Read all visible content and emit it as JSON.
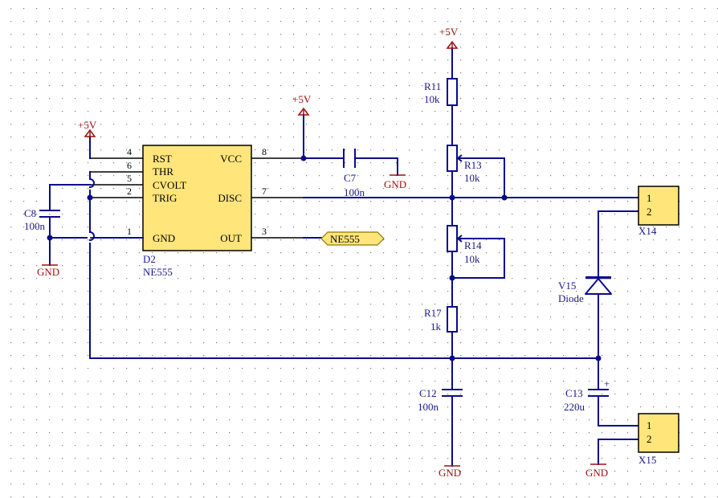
{
  "power": {
    "plus5v": "+5V",
    "gnd": "GND"
  },
  "ic": {
    "ref": "D2",
    "value": "NE555",
    "left_pins": [
      {
        "num": "4",
        "name": "RST"
      },
      {
        "num": "6",
        "name": "THR"
      },
      {
        "num": "5",
        "name": "CVOLT"
      },
      {
        "num": "2",
        "name": "TRIG"
      },
      {
        "num": "1",
        "name": "GND"
      }
    ],
    "right_pins": [
      {
        "num": "8",
        "name": "VCC"
      },
      {
        "num": "7",
        "name": "DISC"
      },
      {
        "num": "3",
        "name": "OUT"
      }
    ]
  },
  "net_label": "NE555",
  "components": {
    "c7": {
      "ref": "C7",
      "value": "100n"
    },
    "c8": {
      "ref": "C8",
      "value": "100n"
    },
    "r11": {
      "ref": "R11",
      "value": "10k"
    },
    "r13": {
      "ref": "R13",
      "value": "10k"
    },
    "r14": {
      "ref": "R14",
      "value": "10k"
    },
    "r17": {
      "ref": "R17",
      "value": "1k"
    },
    "c12": {
      "ref": "C12",
      "value": "100n"
    },
    "c13": {
      "ref": "C13",
      "value": "220u",
      "polarity": "+"
    },
    "v15": {
      "ref": "V15",
      "value": "Diode"
    },
    "x14": {
      "ref": "X14",
      "pins": [
        "1",
        "2"
      ]
    },
    "x15": {
      "ref": "X15",
      "pins": [
        "1",
        "2"
      ]
    }
  },
  "colors": {
    "wire": "#0a0a8a",
    "component_fill": "#ffe57a",
    "power": "#9b1010",
    "grid": "#7a7a7a"
  }
}
